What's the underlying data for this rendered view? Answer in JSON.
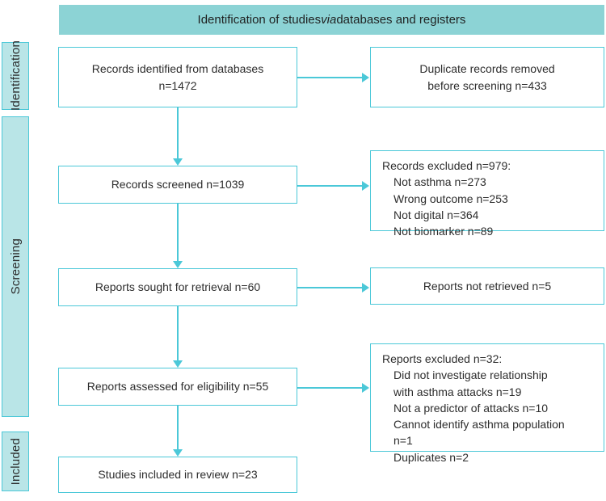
{
  "diagram": {
    "title": "Identification of studies via databases and registers",
    "title_prefix": "Identification of studies ",
    "title_em": "via",
    "title_suffix": " databases and registers",
    "colors": {
      "header_fill": "#8cd3d5",
      "band_fill": "#b9e5e7",
      "border": "#4bc8d8",
      "text": "#2d2d2d",
      "box_fill": "#ffffff"
    }
  },
  "stages": [
    {
      "id": "identification",
      "label": "Identification"
    },
    {
      "id": "screening",
      "label": "Screening"
    },
    {
      "id": "included",
      "label": "Included"
    }
  ],
  "flow": {
    "main": [
      {
        "id": "records-identified",
        "lines": [
          "Records identified from databases",
          "n=1472"
        ],
        "n": 1472
      },
      {
        "id": "records-screened",
        "lines": [
          "Records screened n=1039"
        ],
        "n": 1039
      },
      {
        "id": "reports-sought",
        "lines": [
          "Reports sought for retrieval n=60"
        ],
        "n": 60
      },
      {
        "id": "reports-assessed",
        "lines": [
          "Reports assessed for eligibility n=55"
        ],
        "n": 55
      },
      {
        "id": "studies-included",
        "lines": [
          "Studies included in review n=23"
        ],
        "n": 23
      }
    ],
    "side": [
      {
        "id": "duplicates-removed",
        "lines": [
          "Duplicate records removed",
          "before screening n=433"
        ],
        "n": 433
      },
      {
        "id": "records-excluded",
        "heading": "Records excluded n=979:",
        "items": [
          "Not asthma n=273",
          "Wrong outcome n=253",
          "Not digital n=364",
          "Not biomarker n=89"
        ],
        "n": 979
      },
      {
        "id": "reports-not-retrieved",
        "lines": [
          "Reports not retrieved n=5"
        ],
        "n": 5
      },
      {
        "id": "reports-excluded",
        "heading": "Reports excluded n=32:",
        "items": [
          "Did not investigate relationship",
          "with asthma attacks n=19",
          "Not a predictor of attacks n=10",
          "Cannot identify asthma population",
          "n=1",
          "Duplicates n=2"
        ],
        "n": 32
      }
    ]
  }
}
